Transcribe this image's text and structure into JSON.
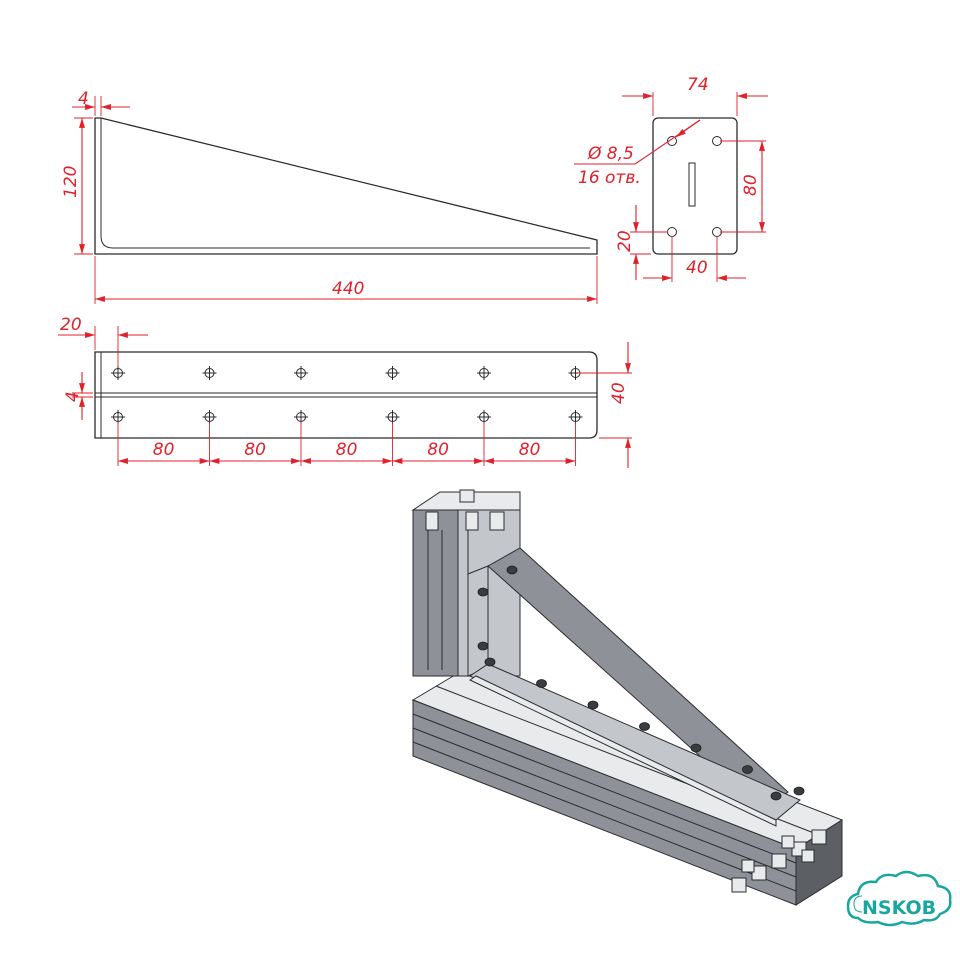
{
  "dimensions": {
    "thickness": "4",
    "height": "120",
    "length": "440",
    "width": "74",
    "hole_spacing_v": "80",
    "hole_offset_bottom": "20",
    "hole_spacing_h": "40",
    "hole_dia": "Ø 8,5",
    "hole_count": "16 отв.",
    "edge_offset": "20",
    "flange_gap": "4",
    "flange_width": "40",
    "pitch": [
      "80",
      "80",
      "80",
      "80",
      "80"
    ]
  },
  "logo": {
    "text": "NSKOB"
  },
  "colors": {
    "dimension": "#e0202a",
    "outline": "#2b2b2b",
    "logo": "#1aa6a0"
  }
}
